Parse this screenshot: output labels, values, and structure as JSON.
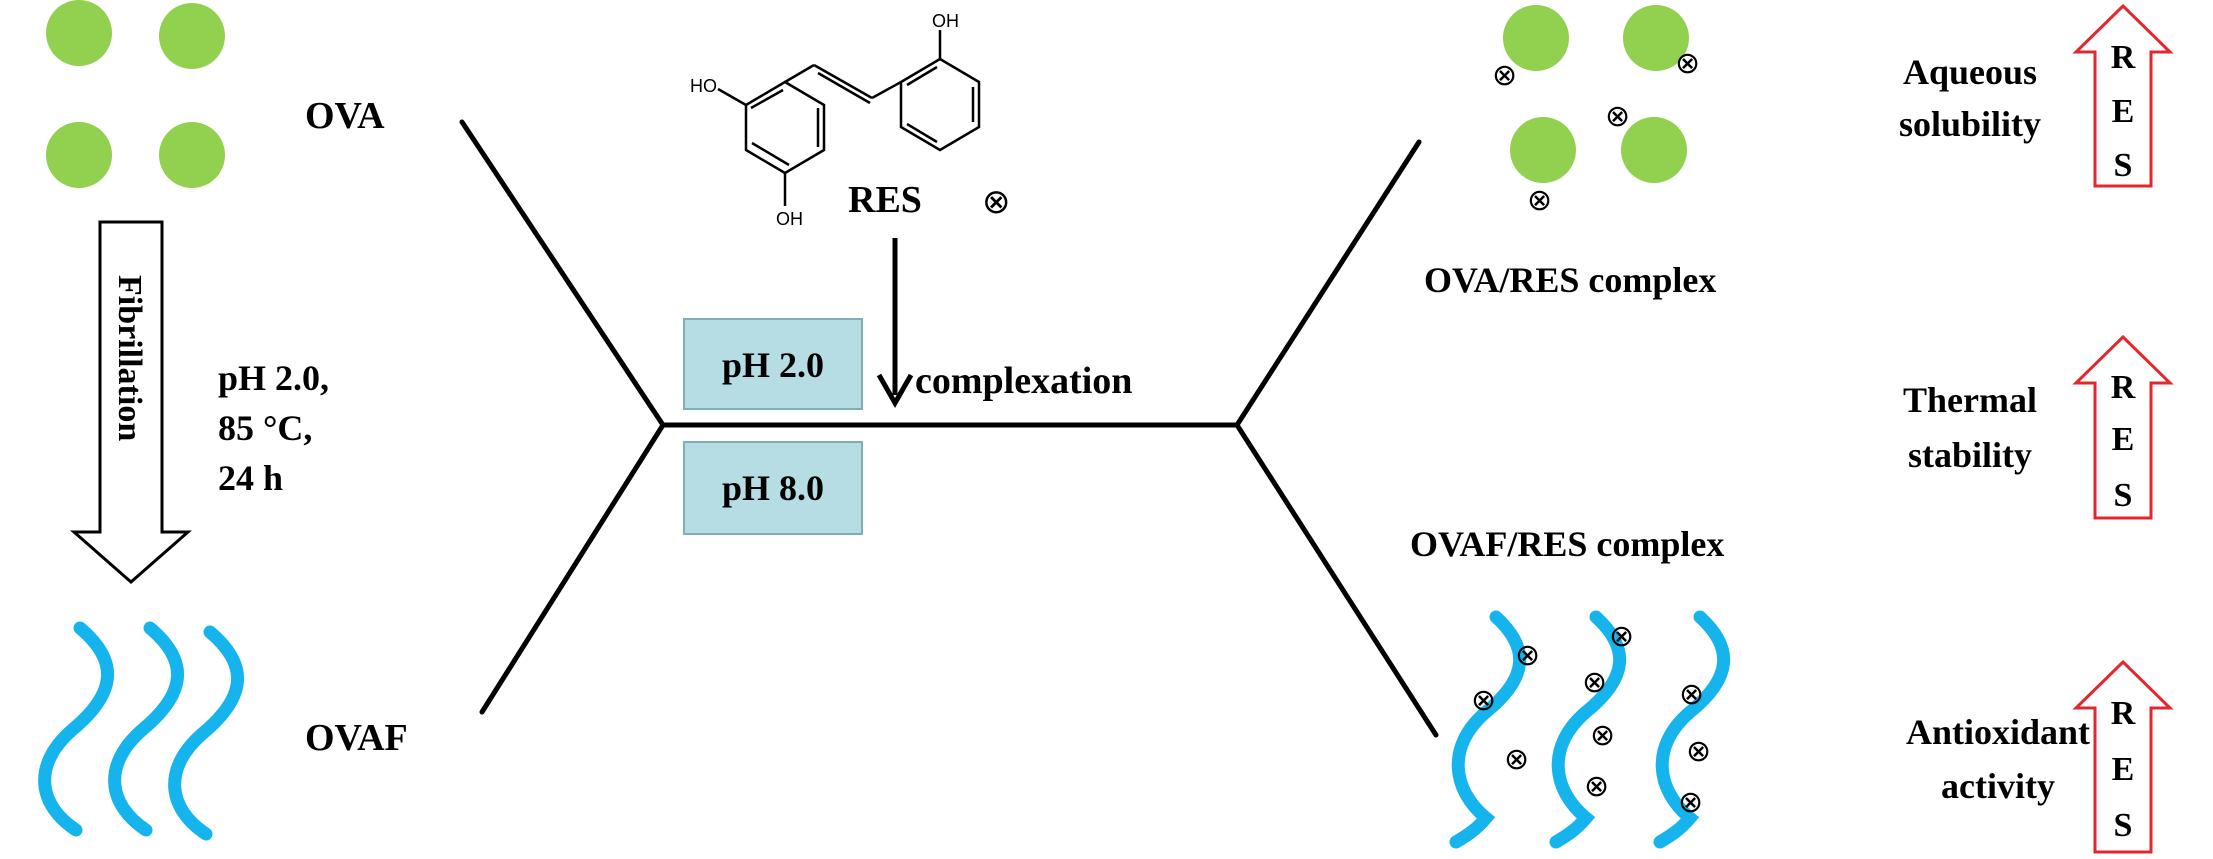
{
  "labels": {
    "ova": "OVA",
    "ovaf": "OVAF",
    "fibrillation": "Fibrillation",
    "conditions": [
      "pH 2.0,",
      "85 °C,",
      "24 h"
    ],
    "res": "RES",
    "complexation": "complexation",
    "ph_a": "pH 2.0",
    "ph_b": "pH 8.0",
    "ova_res_complex": "OVA/RES complex",
    "ovaf_res_complex": "OVAF/RES complex",
    "oh": "OH",
    "ho": "HO"
  },
  "properties": [
    {
      "lines": [
        "Aqueous",
        "solubility"
      ],
      "arrow_letters": [
        "R",
        "E",
        "S"
      ]
    },
    {
      "lines": [
        "Thermal",
        "stability"
      ],
      "arrow_letters": [
        "R",
        "E",
        "S"
      ]
    },
    {
      "lines": [
        "Antioxidant",
        "activity"
      ],
      "arrow_letters": [
        "R",
        "E",
        "S"
      ]
    }
  ],
  "symbols": {
    "res_marker": "⊗"
  },
  "colors": {
    "protein_green": "#92D050",
    "fibril_blue": "#16B4EC",
    "ph_box_fill": "#B5DDE3",
    "ph_box_stroke": "#7FAEB5",
    "up_arrow_red": "#E3272C"
  }
}
